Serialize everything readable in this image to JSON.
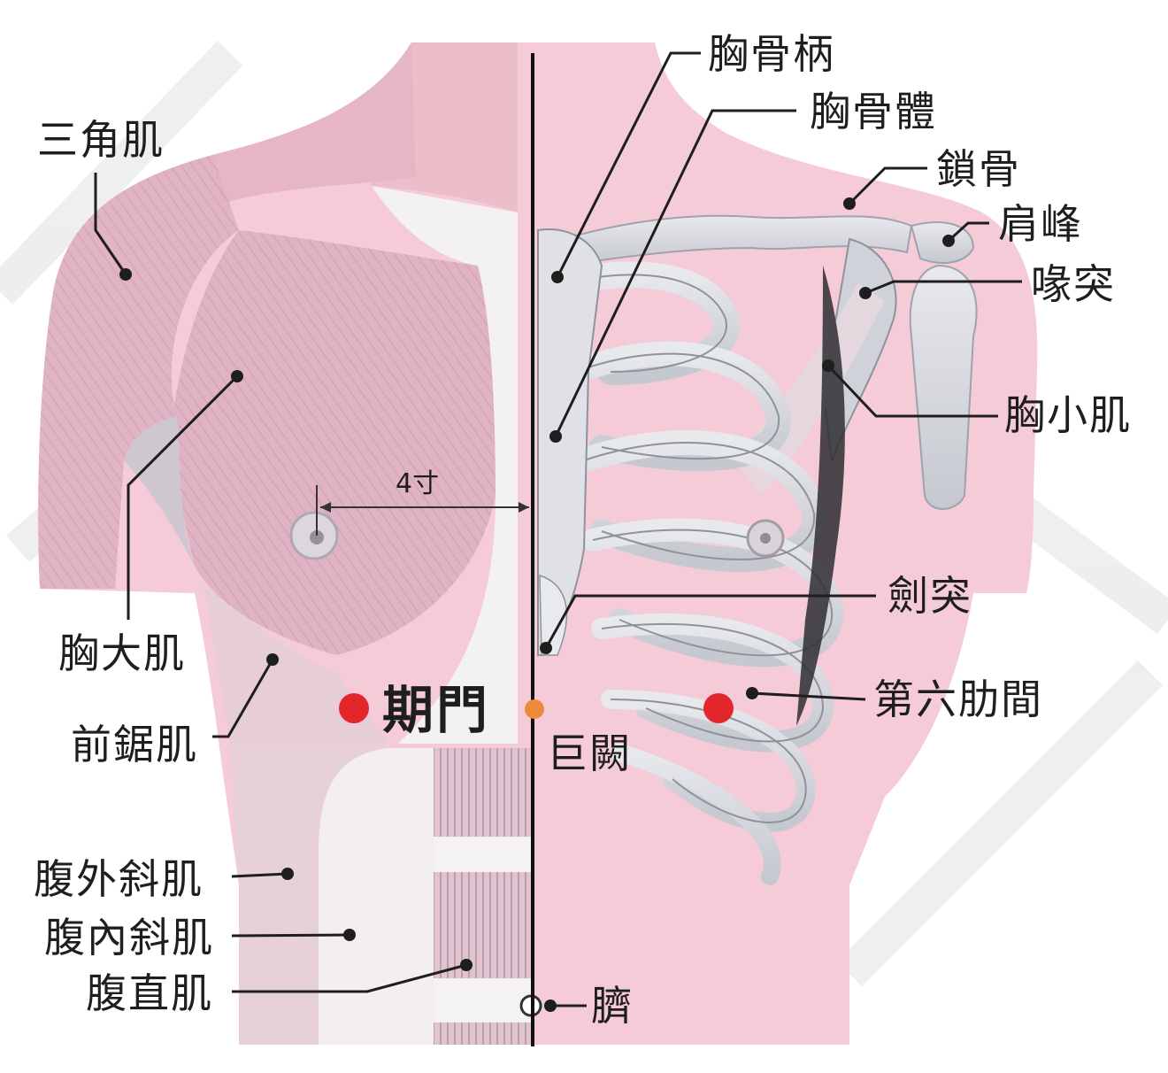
{
  "diagram": {
    "labels": {
      "deltoid": "三角肌",
      "pectoralis_major": "胸大肌",
      "serratus_anterior": "前鋸肌",
      "external_oblique": "腹外斜肌",
      "internal_oblique": "腹內斜肌",
      "rectus_abdominis": "腹直肌",
      "manubrium": "胸骨柄",
      "sternum_body": "胸骨體",
      "clavicle": "鎖骨",
      "acromion": "肩峰",
      "coracoid": "喙突",
      "pectoralis_minor": "胸小肌",
      "xiphoid": "劍突",
      "sixth_intercostal": "第六肋間",
      "juque": "巨闕",
      "navel": "臍",
      "distance": "4寸",
      "qimen": "期門"
    },
    "colors": {
      "skin_pink": "#f6cbd8",
      "muscle_pink": "#e3b6c7",
      "bone_gray": "#d9dbe0",
      "acupoint_red": "#e3262b",
      "acupoint_orange": "#ef8a3a",
      "leader_line": "#1e1e1e"
    }
  }
}
